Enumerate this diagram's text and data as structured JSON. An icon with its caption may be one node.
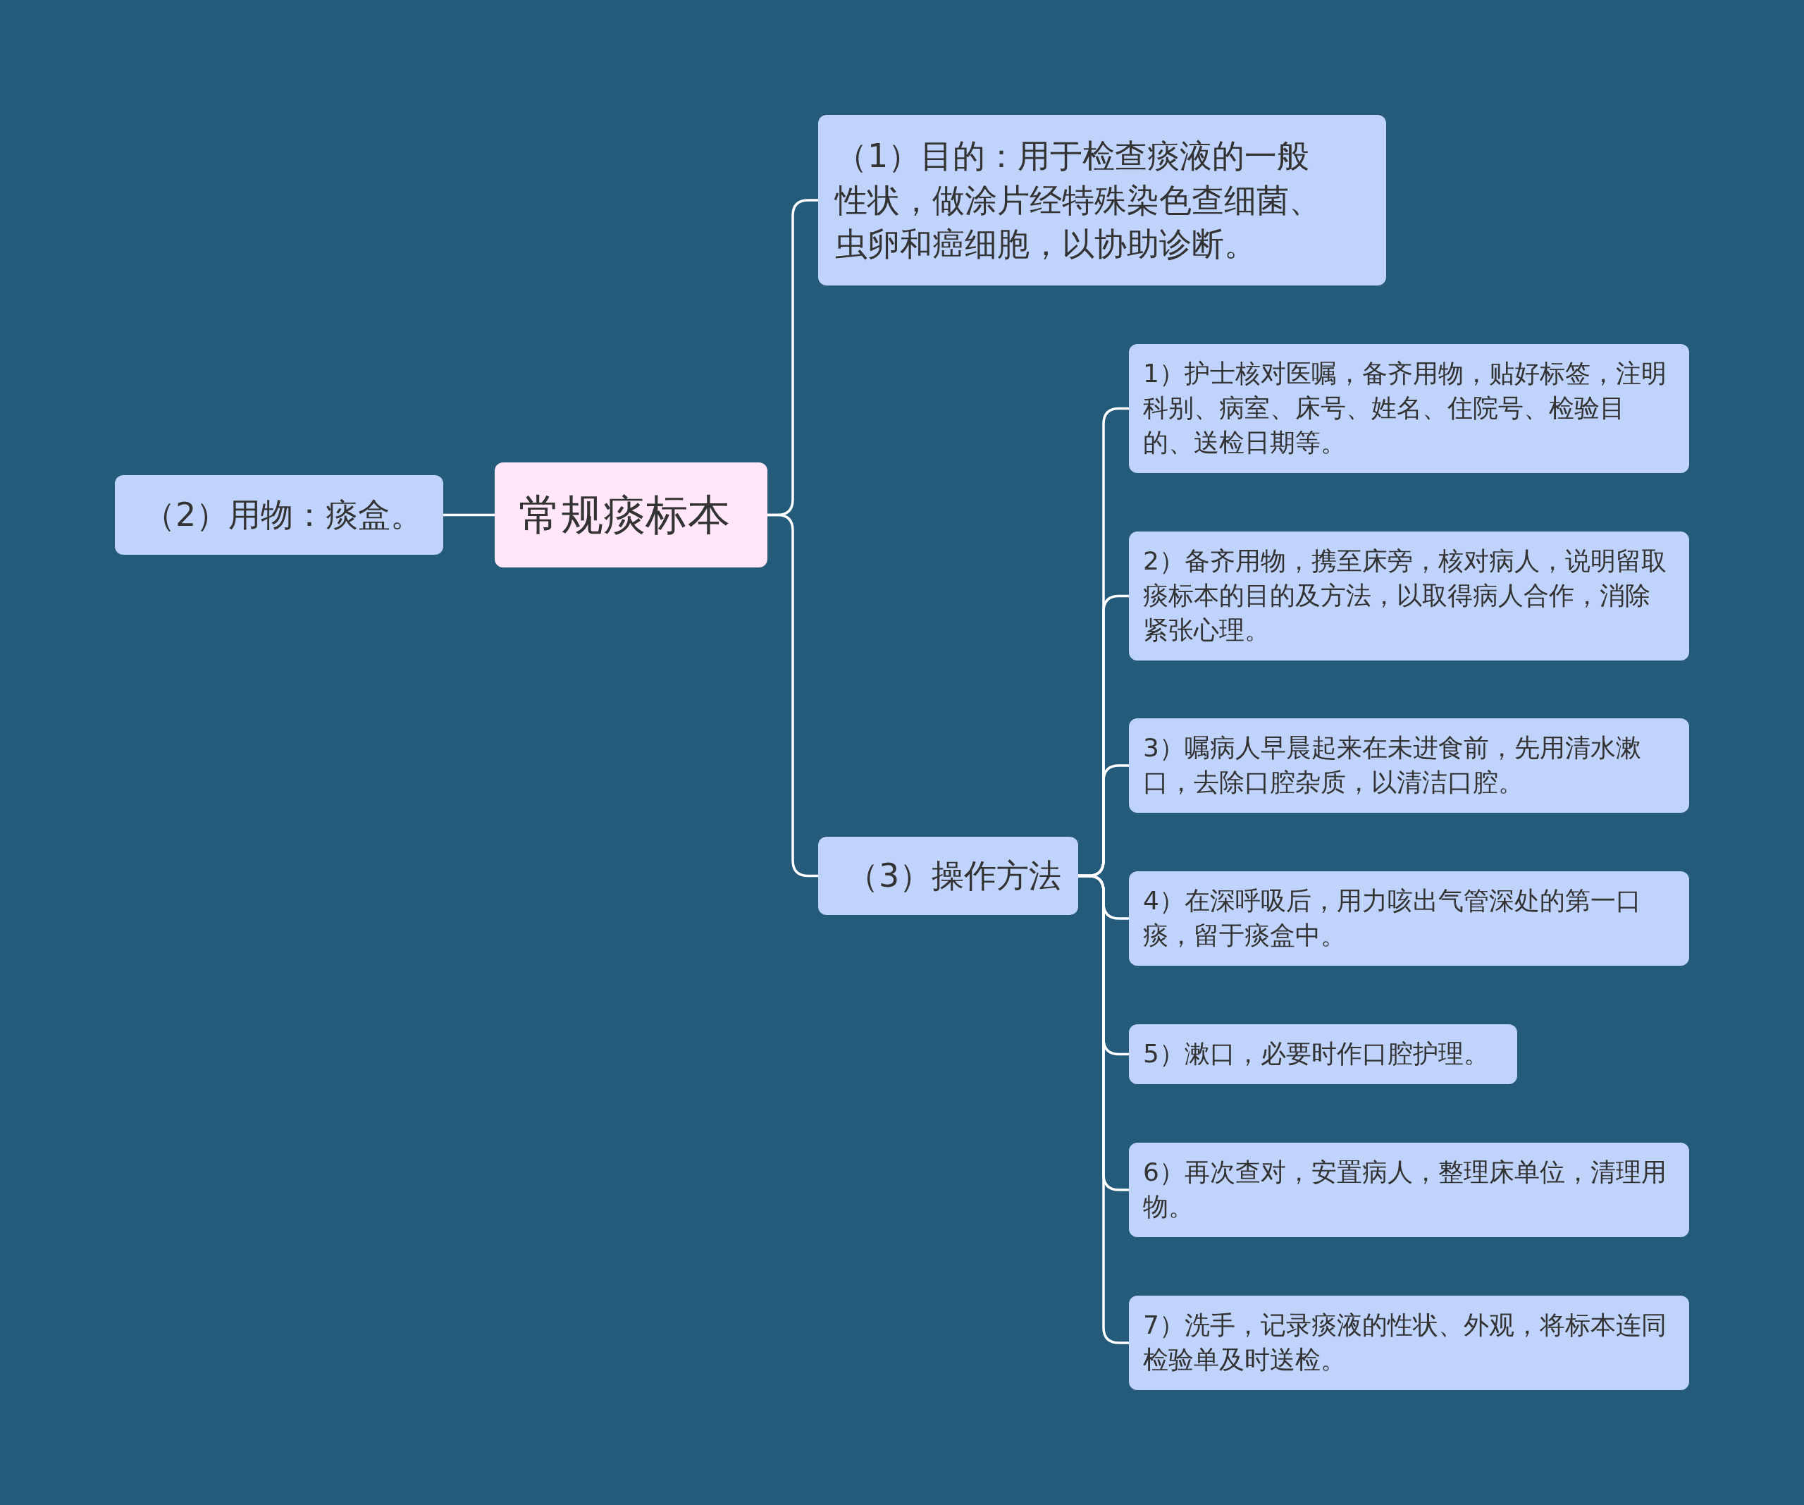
{
  "diagram": {
    "nodes": [
      {
        "text": [
          "常规痰标本"
        ]
      },
      {
        "text": [
          "（2）用物：痰盒。"
        ]
      },
      {
        "text": [
          "（1）目的：用于检查痰液的一般性状，做涂片经特殊染色查细菌、虫卵和癌细胞，以协助诊断。"
        ]
      },
      {
        "text": [
          "（3）操作方法"
        ]
      },
      {
        "text": [
          "1）护士核对医嘱，备齐用物，贴好标签，注明科别、病室、床号、姓名、住院号、检验目的、送检日期等。"
        ]
      },
      {
        "text": [
          "2）备齐用物，携至床旁，核对病人，说明留取痰标本的目的及方法，以取得病人合作，消除紧张心理。"
        ]
      },
      {
        "text": [
          "3）嘱病人早晨起来在未进食前，先用清水漱口，去除口腔杂质，以清洁口腔。"
        ]
      },
      {
        "text": [
          "4）在深呼吸后，用力咳出气管深处的第一口痰，留于痰盒中。"
        ]
      },
      {
        "text": [
          "5）漱口，必要时作口腔护理。"
        ]
      },
      {
        "text": [
          "6）再次查对，安置病人，整理床单位，清理用物。"
        ]
      },
      {
        "text": [
          "7）洗手，记录痰液的性状、外观，将标本连同检验单及时送检。"
        ]
      }
    ],
    "edges": [
      {
        "from": 0,
        "to": 1,
        "arrow": "none"
      },
      {
        "from": 0,
        "to": 2,
        "arrow": "none"
      },
      {
        "from": 0,
        "to": 3,
        "arrow": "none"
      },
      {
        "from": 3,
        "to": 4,
        "arrow": "none"
      },
      {
        "from": 3,
        "to": 5,
        "arrow": "none"
      },
      {
        "from": 3,
        "to": 6,
        "arrow": "none"
      },
      {
        "from": 3,
        "to": 7,
        "arrow": "none"
      },
      {
        "from": 3,
        "to": 8,
        "arrow": "none"
      },
      {
        "from": 3,
        "to": 9,
        "arrow": "none"
      },
      {
        "from": 3,
        "to": 10,
        "arrow": "none"
      }
    ]
  }
}
